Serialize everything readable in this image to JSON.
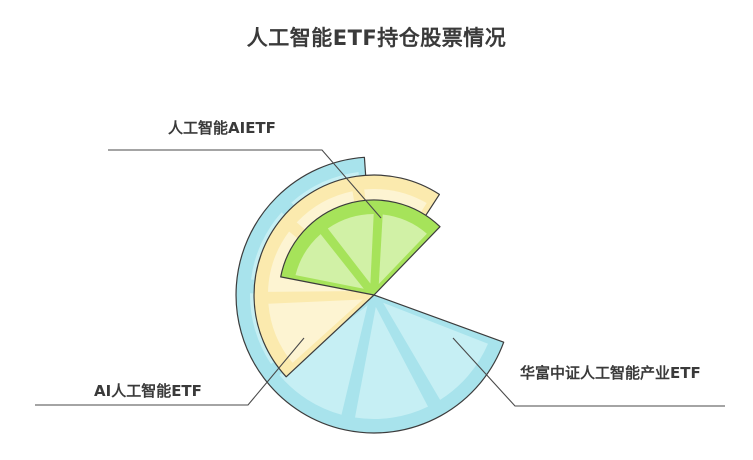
{
  "title": "人工智能ETF持仓股票情况",
  "chart_data": {
    "type": "pie",
    "subtype": "nightingale-rose",
    "title": "人工智能ETF持仓股票情况",
    "style": "citrus-slice",
    "legend": "none",
    "series": [
      {
        "name": "华富中证人工智能产业ETF",
        "label": "华富中证人工智能产业ETF",
        "color": "#a8e3ec",
        "inner_color": "#c6eff4",
        "start_angle_deg": 20,
        "end_angle_deg": 266,
        "radius": 138
      },
      {
        "name": "AI人工智能ETF",
        "label": "AI人工智能ETF",
        "color": "#fbeaae",
        "inner_color": "#fdf4d2",
        "start_angle_deg": 137,
        "end_angle_deg": 303,
        "radius": 120
      },
      {
        "name": "人工智能AIETF",
        "label": "人工智能AIETF",
        "color": "#a6e35a",
        "inner_color": "#d1f1a6",
        "start_angle_deg": 191,
        "end_angle_deg": 314,
        "radius": 95
      }
    ],
    "center": [
      374,
      295
    ]
  },
  "labels": {
    "green": "人工智能AIETF",
    "yellow": "AI人工智能ETF",
    "blue": "华富中证人工智能产业ETF"
  }
}
